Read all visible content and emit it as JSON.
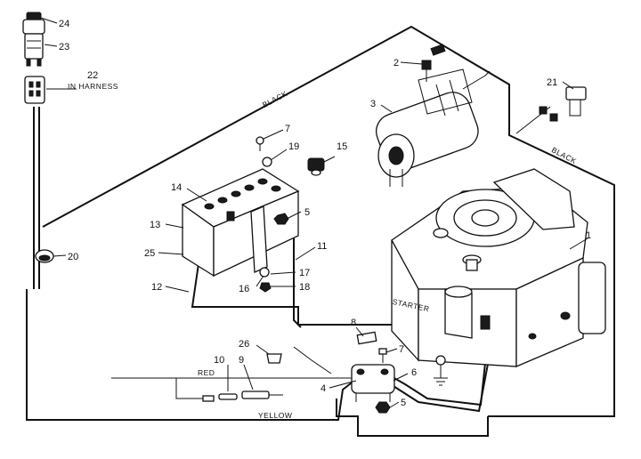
{
  "labels": {
    "n1": "1",
    "n2": "2",
    "n3": "3",
    "n4": "4",
    "n5a": "5",
    "n5b": "5",
    "n6": "6",
    "n7a": "7",
    "n7b": "7",
    "n8": "8",
    "n9": "9",
    "n10": "10",
    "n11": "11",
    "n12": "12",
    "n13": "13",
    "n14": "14",
    "n15": "15",
    "n16": "16",
    "n17": "17",
    "n18": "18",
    "n19": "19",
    "n20": "20",
    "n21": "21",
    "n22": "22",
    "n23": "23",
    "n24": "24",
    "n25": "25",
    "n26": "26"
  },
  "wire_labels": {
    "harness": "IN HARNESS",
    "black_left": "BLACK",
    "black_right": "BLACK",
    "red": "RED",
    "yellow": "YELLOW",
    "starter": "STARTER"
  }
}
